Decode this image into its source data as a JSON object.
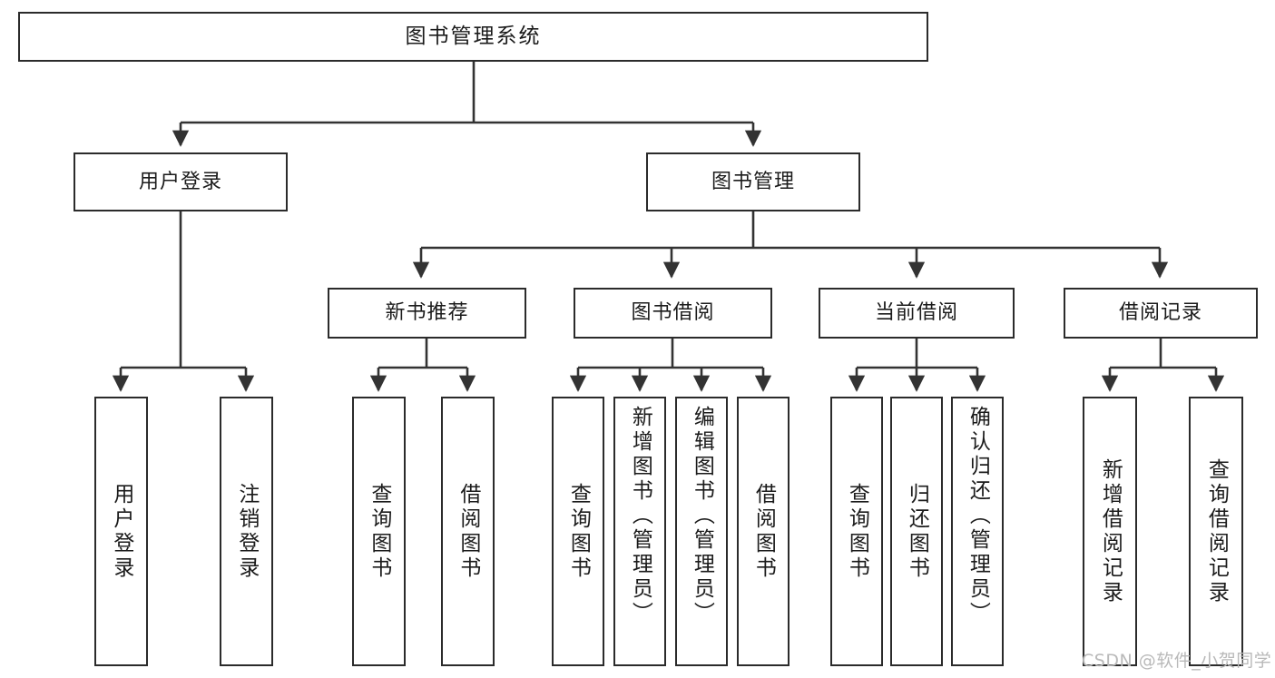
{
  "diagram": {
    "title": "图书管理系统",
    "type": "tree-hierarchy",
    "root": {
      "label": "图书管理系统"
    },
    "level2": [
      {
        "label": "用户登录"
      },
      {
        "label": "图书管理"
      }
    ],
    "level3": [
      {
        "label": "新书推荐"
      },
      {
        "label": "图书借阅"
      },
      {
        "label": "当前借阅"
      },
      {
        "label": "借阅记录"
      }
    ],
    "leaves": {
      "user_login": [
        {
          "label": "用户登录"
        },
        {
          "label": "注销登录"
        }
      ],
      "new_book_recommend": [
        {
          "label": "查询图书"
        },
        {
          "label": "借阅图书"
        }
      ],
      "book_borrow": [
        {
          "label": "查询图书"
        },
        {
          "label": "新增图书（管理员）"
        },
        {
          "label": "编辑图书（管理员）"
        },
        {
          "label": "借阅图书"
        }
      ],
      "current_borrow": [
        {
          "label": "查询图书"
        },
        {
          "label": "归还图书"
        },
        {
          "label": "确认归还（管理员）"
        }
      ],
      "borrow_record": [
        {
          "label": "新增借阅记录"
        },
        {
          "label": "查询借阅记录"
        }
      ]
    }
  },
  "watermark": {
    "text": "CSDN @软件_小贺同学"
  },
  "colors": {
    "box_border": "#2b2b2b",
    "box_fill": "#ffffff",
    "edge": "#333333",
    "text": "#1b1b1b",
    "watermark": "#b9b9b9"
  }
}
